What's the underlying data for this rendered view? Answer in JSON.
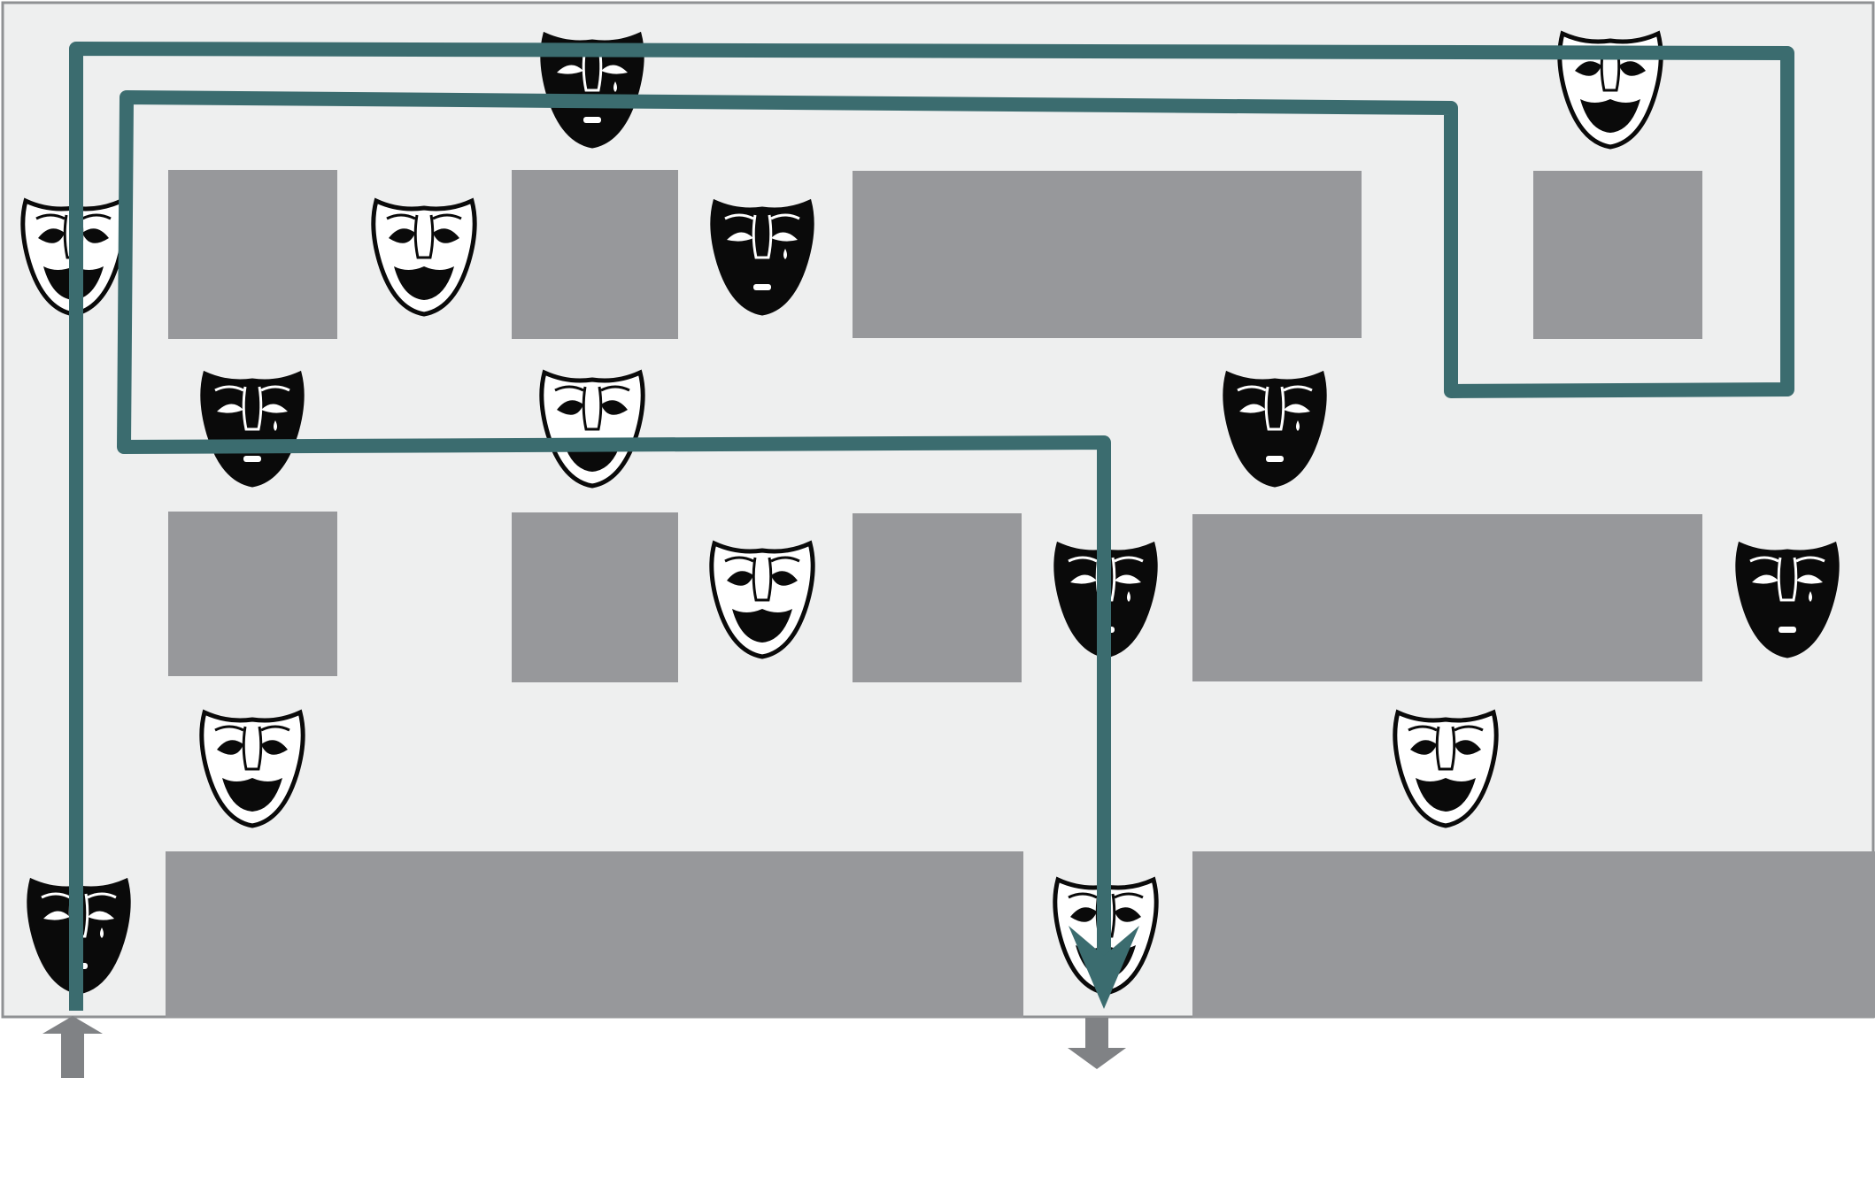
{
  "colors": {
    "background": "#ffffff",
    "floor": "#eeefef",
    "floor_border": "#8f9193",
    "block": "#97989b",
    "path": "#3b6c6f",
    "door_arrow": "#808285",
    "mask_dark": "#0a0a0a",
    "mask_light": "#ffffff"
  },
  "legend": {
    "happy_mask": "happy-mask-icon",
    "sad_mask": "sad-mask-icon"
  },
  "floorplan": {
    "entrance": {
      "icon": "entrance-arrow-icon",
      "direction": "up"
    },
    "exit": {
      "icon": "exit-arrow-icon",
      "direction": "down"
    },
    "path": {
      "icon": "walking-path-arrow",
      "ends_with": "arrowhead-down"
    }
  }
}
